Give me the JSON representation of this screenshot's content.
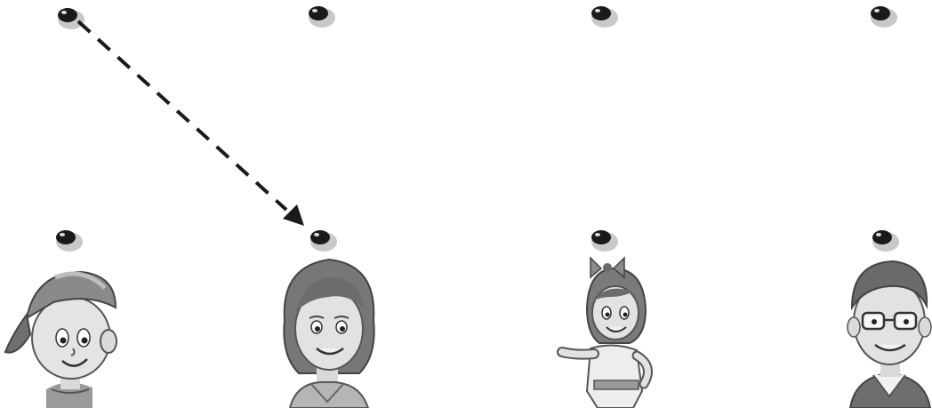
{
  "exercise": {
    "top_points": [
      {
        "name": "top-point-1"
      },
      {
        "name": "top-point-2"
      },
      {
        "name": "top-point-3"
      },
      {
        "name": "top-point-4"
      }
    ],
    "bottom_points": [
      {
        "name": "bottom-point-1"
      },
      {
        "name": "bottom-point-2"
      },
      {
        "name": "bottom-point-3"
      },
      {
        "name": "bottom-point-4"
      }
    ],
    "example_connection": {
      "from": "top-point-1",
      "to": "bottom-point-2",
      "style": "dashed-arrow"
    },
    "characters": [
      {
        "name": "boy-with-cap",
        "icon": "boy-cap-icon"
      },
      {
        "name": "woman",
        "icon": "woman-icon"
      },
      {
        "name": "girl-with-bow",
        "icon": "girl-bow-icon"
      },
      {
        "name": "man-with-glasses",
        "icon": "man-glasses-icon"
      }
    ],
    "colors": {
      "ink": "#1a1a1a",
      "dot_shadow": "#c8c8c8",
      "skin": "#e2e2e2",
      "hair": "#777777",
      "shirt": "#bbbbbb"
    }
  }
}
